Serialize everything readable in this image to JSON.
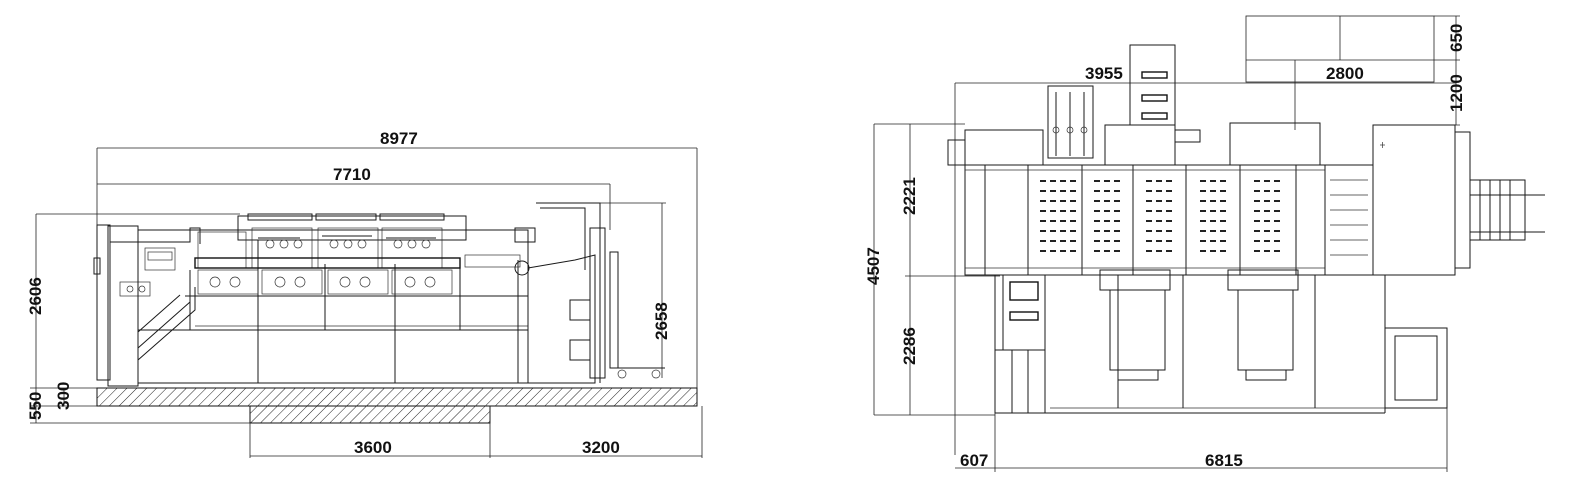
{
  "side_view": {
    "dims": {
      "overall_length": "8977",
      "machine_length": "7710",
      "overall_height": "2606",
      "delivery_height": "2658",
      "pit_total_depth": "550",
      "pit_depth": "300",
      "foundation_a": "3600",
      "foundation_b": "3200"
    }
  },
  "top_view": {
    "dims": {
      "width_main": "3955",
      "width_feeder": "2800",
      "top_clearance": "650",
      "top_clearance_b": "1200",
      "depth_total": "4507",
      "depth_upper": "2221",
      "depth_lower": "2286",
      "offset_left": "607",
      "length_main": "6815"
    }
  }
}
